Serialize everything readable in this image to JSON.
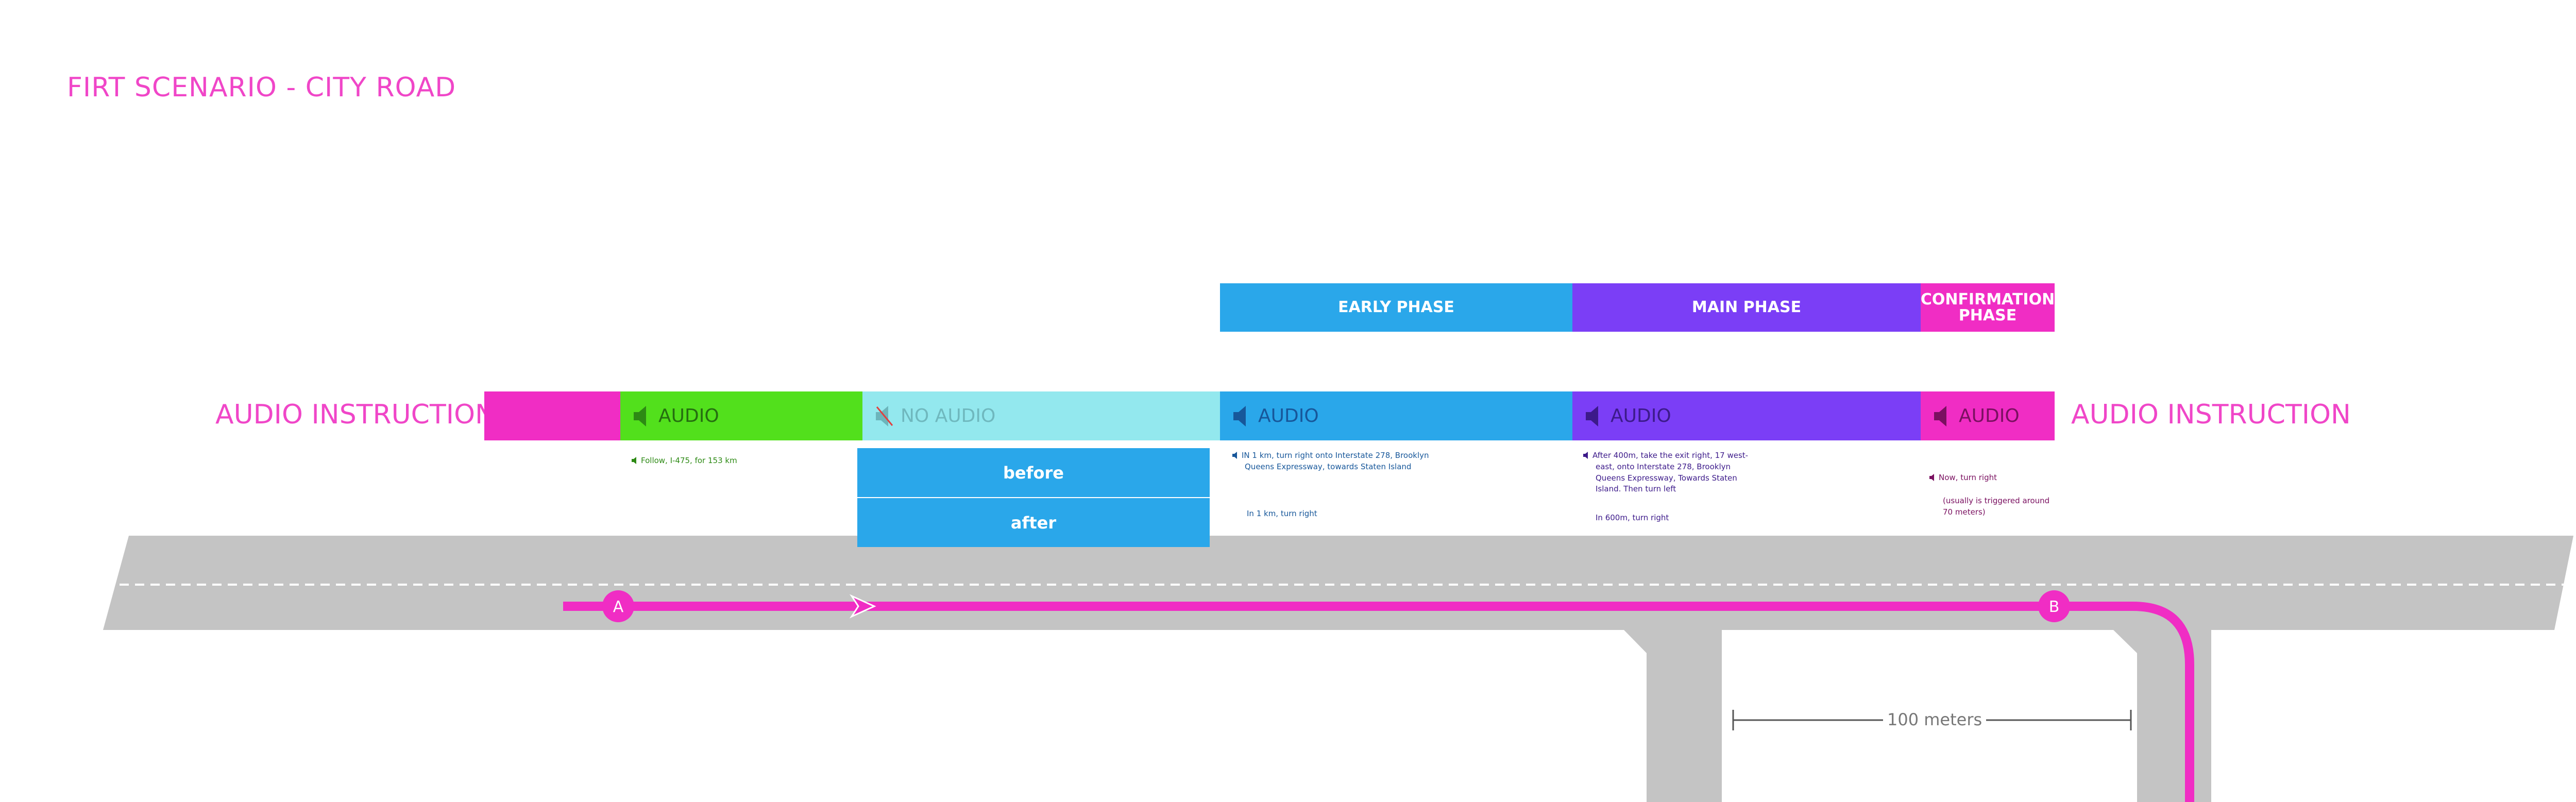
{
  "title": "FIRT SCENARIO - CITY ROAD",
  "side_labels": {
    "left": "AUDIO INSTRUCTION",
    "right": "AUDIO INSTRUCTION"
  },
  "phases": [
    {
      "label": "EARLY PHASE",
      "color": "#2aa7ea"
    },
    {
      "label": "MAIN PHASE",
      "color": "#7b3ef6"
    },
    {
      "label": "CONFIRMATION PHASE",
      "color": "#f02dc4"
    }
  ],
  "segments": [
    {
      "label": "",
      "color": "#f02dc4",
      "icon": "none"
    },
    {
      "label": "AUDIO",
      "color": "#52e01c",
      "icon": "speaker-icon"
    },
    {
      "label": "NO AUDIO",
      "color": "#93e8ee",
      "icon": "speaker-muted-icon"
    },
    {
      "label": "AUDIO",
      "color": "#2aa7ea",
      "icon": "speaker-icon"
    },
    {
      "label": "AUDIO",
      "color": "#7b3ef6",
      "icon": "speaker-icon"
    },
    {
      "label": "AUDIO",
      "color": "#f02dc4",
      "icon": "speaker-icon"
    }
  ],
  "toggle_buttons": {
    "before": "before",
    "after": "after"
  },
  "notes": {
    "green": "Follow, I-475, for 153 km",
    "blue_line1": "IN 1 km, turn right onto Interstate 278, Brooklyn",
    "blue_line2": "Queens Expressway, towards Staten Island",
    "blue_short": "In 1 km, turn right",
    "purple_line1": "After 400m, take the exit right, 17 west-",
    "purple_line2": "east, onto Interstate 278, Brooklyn",
    "purple_line3": "Queens Expressway, Towards Staten",
    "purple_line4": "Island. Then turn left",
    "purple_short": "In 600m, turn right",
    "pink_main": "Now, turn right",
    "pink_sub1": "(usually is triggered around",
    "pink_sub2": "70 meters)"
  },
  "map": {
    "marker_a": "A",
    "marker_b": "B",
    "distance_label": "100 meters",
    "road_color": "#c4c4c4",
    "route_color": "#f02dc4"
  }
}
